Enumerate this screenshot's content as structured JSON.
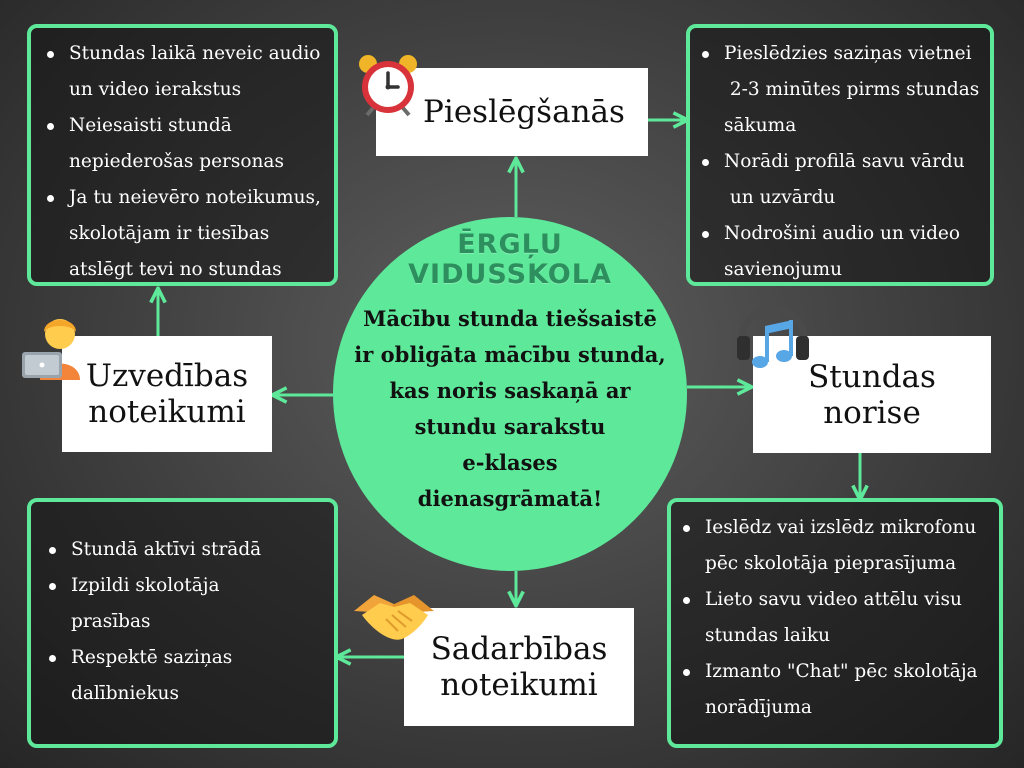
{
  "center": {
    "school_line1": "ĒRGĻU",
    "school_line2": "VIDUSSKOLA",
    "message_lines": [
      "Mācību stunda tiešsaistē",
      "ir obligāta mācību stunda,",
      "kas noris saskaņā ar",
      "stundu sarakstu",
      "e-klases",
      "dienasgrāmatā!"
    ]
  },
  "labels": {
    "pieslegsanas": [
      "Pieslēgšanās"
    ],
    "stundas_norise": [
      "Stundas",
      "norise"
    ],
    "uzvedibas": [
      "Uzvedības",
      "noteikumi"
    ],
    "sadarbibas": [
      "Sadarbības",
      "noteikumi"
    ]
  },
  "panels": {
    "top_left": [
      [
        "Stundas laikā neveic audio",
        "un video ierakstus"
      ],
      [
        "Neiesaisti stundā",
        "nepiederošas personas"
      ],
      [
        "Ja tu neievēro noteikumus,",
        "skolotājam ir tiesības",
        "atslēgt tevi no stundas"
      ]
    ],
    "top_right": [
      [
        "Pieslēdzies saziņas vietnei",
        " 2-3 minūtes pirms stundas",
        "sākuma"
      ],
      [
        "Norādi profilā savu vārdu",
        " un uzvārdu"
      ],
      [
        "Nodrošini audio un video",
        "savienojumu"
      ]
    ],
    "bottom_left": [
      [
        "Stundā aktīvi strādā"
      ],
      [
        "Izpildi skolotāja",
        "prasības"
      ],
      [
        "Respektē saziņas",
        "dalībniekus"
      ]
    ],
    "bottom_right": [
      [
        "Ieslēdz vai izslēdz mikrofonu",
        "pēc skolotāja pieprasījuma"
      ],
      [
        "Lieto savu video attēlu visu",
        "stundas laiku"
      ],
      [
        "Izmanto \"Chat\" pēc skolotāja",
        "norādījuma"
      ]
    ]
  },
  "icons": {
    "pieslegsanas": "alarm-clock-icon",
    "stundas_norise": "headphones-music-icon",
    "uzvedibas": "person-laptop-icon",
    "sadarbibas": "handshake-icon"
  },
  "colors": {
    "accent": "#5ee89a",
    "school_text": "#2c8f5d"
  }
}
